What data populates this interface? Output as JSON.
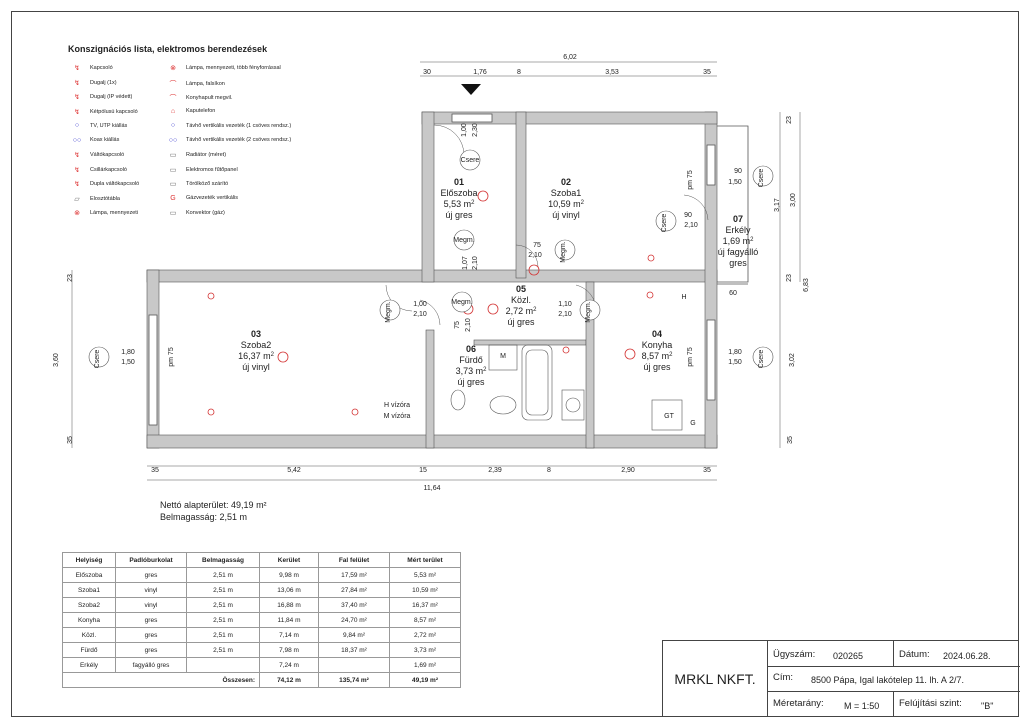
{
  "legend": {
    "title": "Konszignációs lista, elektromos berendezések",
    "left_items": [
      {
        "label": "Kapcsoló",
        "icon": "switch-icon"
      },
      {
        "label": "Dugalj (1x)",
        "icon": "socket-icon"
      },
      {
        "label": "Dugalj (IP védett)",
        "icon": "ip-socket-icon"
      },
      {
        "label": "Kétpólusú kapcsoló",
        "icon": "two-pole-switch-icon"
      },
      {
        "label": "TV, UTP kiállás",
        "icon": "tv-utp-icon"
      },
      {
        "label": "Koax kiállás",
        "icon": "coax-icon"
      },
      {
        "label": "Váltókapcsoló",
        "icon": "changeover-switch-icon"
      },
      {
        "label": "Csillárkapcsoló",
        "icon": "chandelier-switch-icon"
      },
      {
        "label": "Dupla váltókapcsoló",
        "icon": "double-changeover-switch-icon"
      },
      {
        "label": "Elosztótábla",
        "icon": "distribution-board-icon"
      },
      {
        "label": "Lámpa, mennyezeti",
        "icon": "ceiling-lamp-icon"
      }
    ],
    "right_items": [
      {
        "label": "Lámpa, mennyezeti, több fényforrással",
        "icon": "multi-ceiling-lamp-icon"
      },
      {
        "label": "Lámpa, falsíkon",
        "icon": "wall-lamp-icon"
      },
      {
        "label": "Konyhapult megvil.",
        "icon": "counter-light-icon"
      },
      {
        "label": "Kaputelefon",
        "icon": "intercom-icon"
      },
      {
        "label": "Távhő vertikális vezeték (1 csöves rendsz.)",
        "icon": "district-heating-1-icon"
      },
      {
        "label": "Távhő vertikális vezeték (2 csöves rendsz.)",
        "icon": "district-heating-2-icon"
      },
      {
        "label": "Radiátor (méret)",
        "icon": "radiator-icon"
      },
      {
        "label": "Elektromos fűtőpanel",
        "icon": "heating-panel-icon"
      },
      {
        "label": "Törölköző szárító",
        "icon": "towel-dryer-icon"
      },
      {
        "label": "Gázvezeték vertikális",
        "icon": "gas-pipe-icon"
      },
      {
        "label": "Konvektor (gáz)",
        "icon": "convector-icon"
      }
    ]
  },
  "plan": {
    "rooms": [
      {
        "num": "01",
        "name": "Előszoba",
        "area": "5,53 m",
        "floor": "új gres"
      },
      {
        "num": "02",
        "name": "Szoba1",
        "area": "10,59 m",
        "floor": "új vinyl"
      },
      {
        "num": "03",
        "name": "Szoba2",
        "area": "16,37 m",
        "floor": "új vinyl"
      },
      {
        "num": "04",
        "name": "Konyha",
        "area": "8,57 m",
        "floor": "új gres"
      },
      {
        "num": "05",
        "name": "Közl.",
        "area": "2,72 m",
        "floor": "új gres"
      },
      {
        "num": "06",
        "name": "Fürdő",
        "area": "3,73 m",
        "floor": "új gres"
      },
      {
        "num": "07",
        "name": "Erkély",
        "area": "1,69 m",
        "floor": "új fagyálló gres"
      }
    ],
    "top_dims": [
      "6,02",
      "30",
      "1,76",
      "8",
      "3,53",
      "35"
    ],
    "bottom_dims": [
      "35",
      "5,42",
      "15",
      "2,39",
      "8",
      "2,90",
      "35",
      "11,64"
    ],
    "right_dims": [
      "23",
      "3,17",
      "3,00",
      "23",
      "6,83",
      "3,02",
      "60",
      "35"
    ],
    "left_dims": [
      "23",
      "3,60",
      "35"
    ],
    "door_labels": [
      "1,00",
      "2,30",
      "75",
      "2,10",
      "1,07",
      "2,10",
      "1,00",
      "2,10",
      "75",
      "2,10",
      "1,10",
      "2,10",
      "90",
      "2,10"
    ],
    "window_labels": [
      "90",
      "1,50",
      "1,80",
      "1,50",
      "1,80",
      "1,50"
    ],
    "tags": {
      "csere": "Csere",
      "megm": "Megm.",
      "pm75": "pm 75",
      "m": "M",
      "h": "H",
      "gt": "GT",
      "g": "G"
    },
    "meter_labels": [
      "H vízóra",
      "M vízóra"
    ]
  },
  "summary_info": {
    "net": "Nettó alapterület: 49,19 m²",
    "height": "Belmagasság: 2,51 m"
  },
  "table": {
    "headers": [
      "Helyiség",
      "Padlóburkolat",
      "Belmagasság",
      "Kerület",
      "Fal felület",
      "Mért terület"
    ],
    "rows": [
      [
        "Előszoba",
        "gres",
        "2,51 m",
        "9,98 m",
        "17,59 m²",
        "5,53 m²"
      ],
      [
        "Szoba1",
        "vinyl",
        "2,51 m",
        "13,06 m",
        "27,84 m²",
        "10,59 m²"
      ],
      [
        "Szoba2",
        "vinyl",
        "2,51 m",
        "16,88 m",
        "37,40 m²",
        "16,37 m²"
      ],
      [
        "Konyha",
        "gres",
        "2,51 m",
        "11,84 m",
        "24,70 m²",
        "8,57 m²"
      ],
      [
        "Közl.",
        "gres",
        "2,51 m",
        "7,14 m",
        "9,84 m²",
        "2,72 m²"
      ],
      [
        "Fürdő",
        "gres",
        "2,51 m",
        "7,98 m",
        "18,37 m²",
        "3,73 m²"
      ],
      [
        "Erkély",
        "fagyálló gres",
        "",
        "7,24 m",
        "",
        "1,69 m²"
      ]
    ],
    "total": {
      "label": "Összesen:",
      "perimeter": "74,12 m",
      "wall": "135,74 m²",
      "area": "49,19 m²"
    }
  },
  "title_block": {
    "company": "MRKL NKFT.",
    "case_label": "Ügyszám:",
    "case_value": "020265",
    "date_label": "Dátum:",
    "date_value": "2024.06.28.",
    "addr_label": "Cím:",
    "addr_value": "8500 Pápa, Igal lakótelep 11. lh. A 2/7.",
    "scale_label": "Méretarány:",
    "scale_value": "M = 1:50",
    "level_label": "Felújítási szint:",
    "level_value": "\"B\""
  },
  "colors": {
    "wall": "#c8c8c8",
    "red": "#d33333",
    "blue": "#3333cc",
    "line": "#333333"
  }
}
